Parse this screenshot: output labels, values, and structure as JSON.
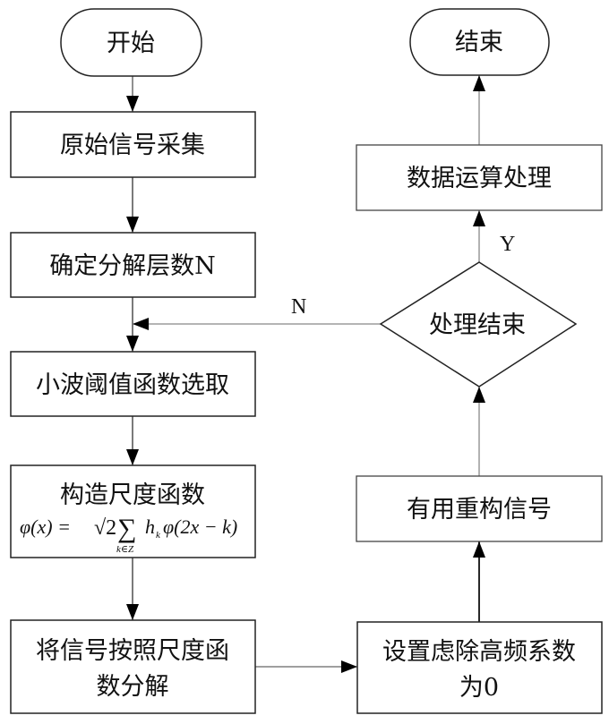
{
  "diagram": {
    "type": "flowchart",
    "nodes": {
      "start": {
        "shape": "terminal",
        "text": "开始"
      },
      "acquire": {
        "shape": "process",
        "text": "原始信号采集"
      },
      "levels": {
        "shape": "process",
        "text": "确定分解层数N"
      },
      "threshold": {
        "shape": "process",
        "text": "小波阈值函数选取"
      },
      "scale_fn": {
        "shape": "process",
        "text": "构造尺度函数",
        "formula": {
          "lhs": "φ(x) = ",
          "sqrt": "√2",
          "sum": "∑",
          "sum_sub": "k∈Z",
          "rhs_h": "h",
          "rhs_h_sub": "k",
          "rhs": "φ(2x − k)"
        }
      },
      "decompose": {
        "shape": "process",
        "lines": [
          "将信号按照尺度函",
          "数分解"
        ]
      },
      "zero_hf": {
        "shape": "process",
        "lines": [
          "设置虑除高频系数",
          "为0"
        ]
      },
      "reconstruct": {
        "shape": "process",
        "text": "有用重构信号"
      },
      "done_check": {
        "shape": "decision",
        "text": "处理结束"
      },
      "compute": {
        "shape": "process",
        "text": "数据运算处理"
      },
      "end": {
        "shape": "terminal",
        "text": "结束"
      }
    },
    "edges": [
      {
        "from": "start",
        "to": "acquire"
      },
      {
        "from": "acquire",
        "to": "levels"
      },
      {
        "from": "levels",
        "to": "threshold"
      },
      {
        "from": "threshold",
        "to": "scale_fn"
      },
      {
        "from": "scale_fn",
        "to": "decompose"
      },
      {
        "from": "decompose",
        "to": "zero_hf"
      },
      {
        "from": "zero_hf",
        "to": "reconstruct"
      },
      {
        "from": "reconstruct",
        "to": "done_check"
      },
      {
        "from": "done_check",
        "to": "compute",
        "label": "Y"
      },
      {
        "from": "done_check",
        "to": "threshold",
        "label": "N"
      },
      {
        "from": "compute",
        "to": "end"
      }
    ],
    "labels": {
      "yes": "Y",
      "no": "N"
    }
  }
}
